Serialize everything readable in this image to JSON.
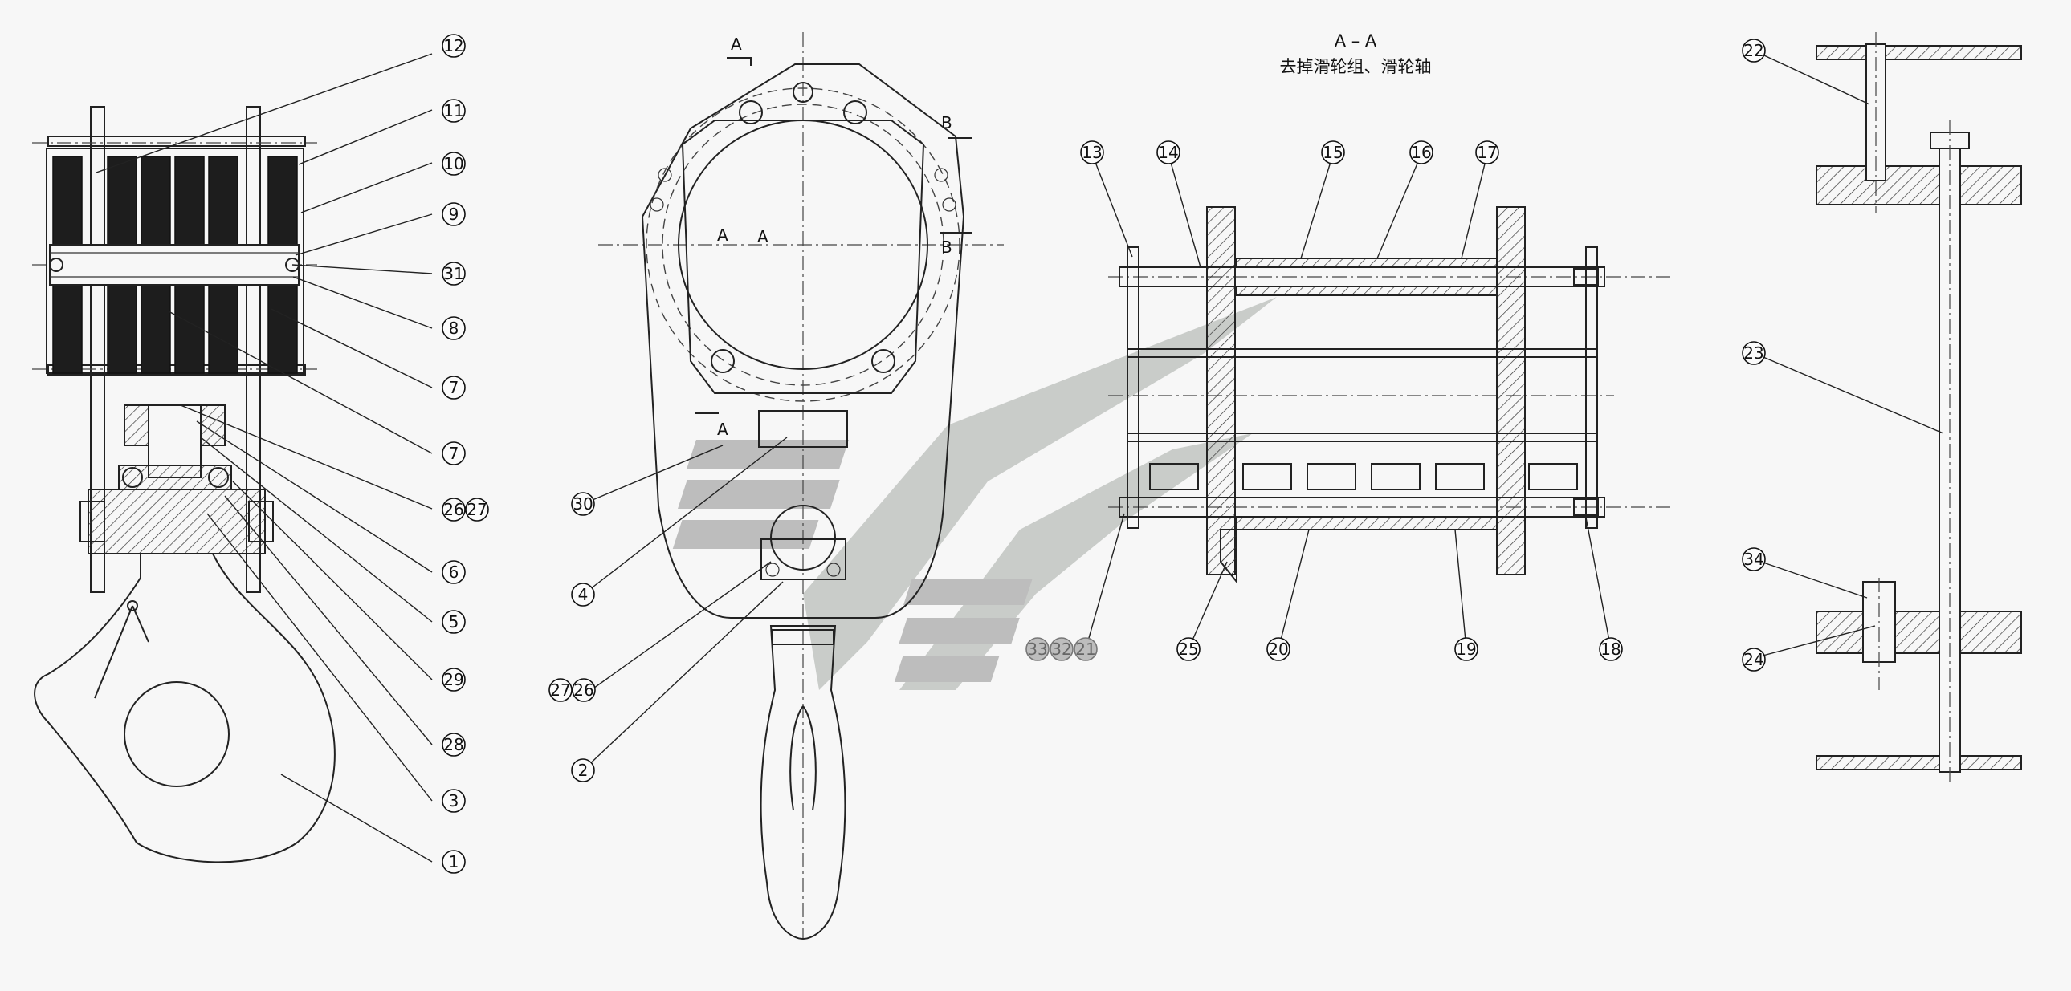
{
  "section_title": "A – A",
  "section_note": "去掉滑轮组、滑轮轴",
  "section_marks": {
    "a_top": "A",
    "a_mid_left": "A",
    "a_mid_right": "A",
    "a_bottom": "A",
    "b_top": "B",
    "b_mid": "B"
  },
  "balloons": [
    "12",
    "11",
    "10",
    "9",
    "31",
    "8",
    "7",
    "7",
    "26",
    "27",
    "6",
    "5",
    "29",
    "28",
    "3",
    "1",
    "30",
    "4",
    "27",
    "26",
    "2",
    "13",
    "14",
    "15",
    "16",
    "17",
    "33",
    "32",
    "21",
    "25",
    "20",
    "19",
    "18",
    "22",
    "23",
    "34",
    "24"
  ],
  "colors": {
    "line": "#222222",
    "watermark": "#c9ccc9",
    "watermark_dark": "#bdbdbd",
    "background": "#f7f7f7"
  }
}
